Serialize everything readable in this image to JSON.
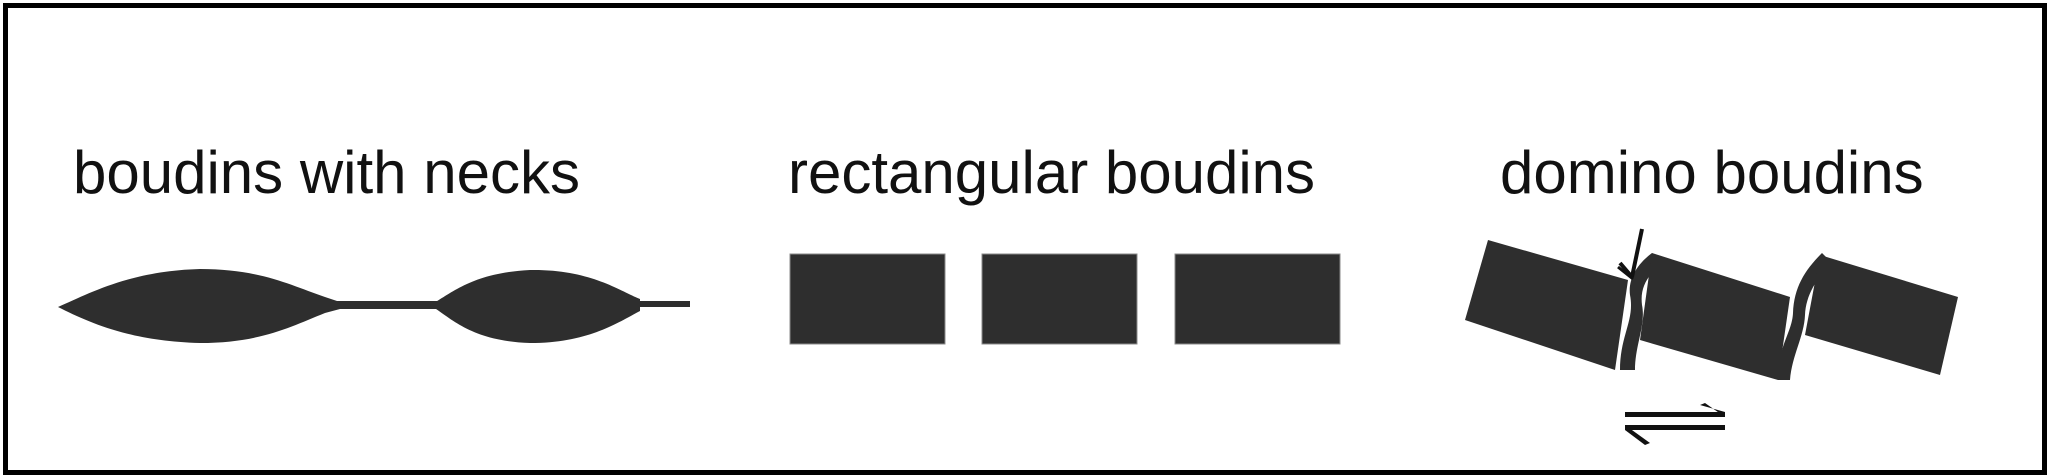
{
  "panels": [
    {
      "id": "boudins-with-necks",
      "label": "boudins with necks"
    },
    {
      "id": "rectangular-boudins",
      "label": "rectangular boudins"
    },
    {
      "id": "domino-boudins",
      "label": "domino boudins"
    }
  ],
  "colors": {
    "border": "#000000",
    "boudin_fill": "#2e2e2e",
    "background": "#ffffff"
  }
}
